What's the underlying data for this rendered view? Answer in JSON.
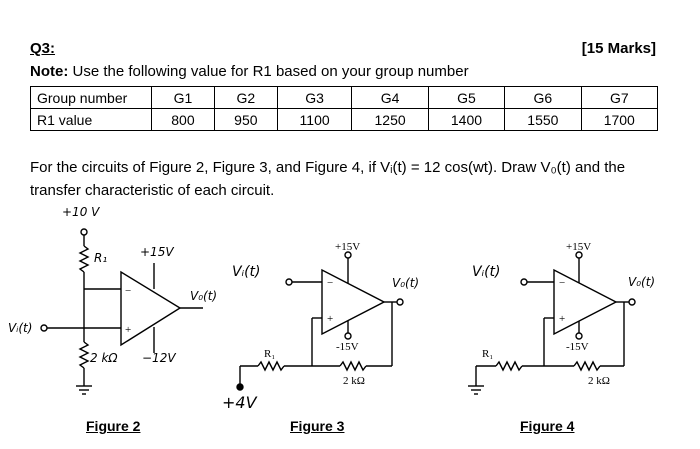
{
  "question": {
    "number": "Q3:",
    "marks": "[15 Marks]",
    "note_bold": "Note:",
    "note_text": "Use the following value for R1 based on your group number"
  },
  "table": {
    "row1_label": "Group number",
    "groups": [
      "G1",
      "G2",
      "G3",
      "G4",
      "G5",
      "G6",
      "G7"
    ],
    "row2_label": "R1 value",
    "values": [
      "800",
      "950",
      "1100",
      "1250",
      "1400",
      "1550",
      "1700"
    ]
  },
  "prompt": {
    "line1": "For the circuits of Figure 2, Figure 3, and Figure 4, if Vᵢ(t) = 12 cos(wt). Draw V₀(t) and the",
    "line2": "transfer characteristic of  each circuit."
  },
  "figure2": {
    "caption": "Figure 2",
    "supply_top": "+10 V",
    "r1_label": "R₁",
    "pos_rail": "+15V",
    "input_label": "Vᵢ(t)",
    "output_label": "V₀(t)",
    "r2_label": "2 kΩ",
    "neg_rail": "−12V"
  },
  "figure3": {
    "caption": "Figure 3",
    "input_label": "Vᵢ(t)",
    "pos_rail": "+15V",
    "output_label": "V₀(t)",
    "neg_rail": "-15V",
    "r1_label": "R₁",
    "r2_label": "2 kΩ",
    "ref_voltage": "+4V"
  },
  "figure4": {
    "caption": "Figure 4",
    "input_label": "Vᵢ(t)",
    "pos_rail": "+15V",
    "output_label": "V₀(t)",
    "neg_rail": "-15V",
    "r1_label": "R₁",
    "r2_label": "2 kΩ"
  }
}
